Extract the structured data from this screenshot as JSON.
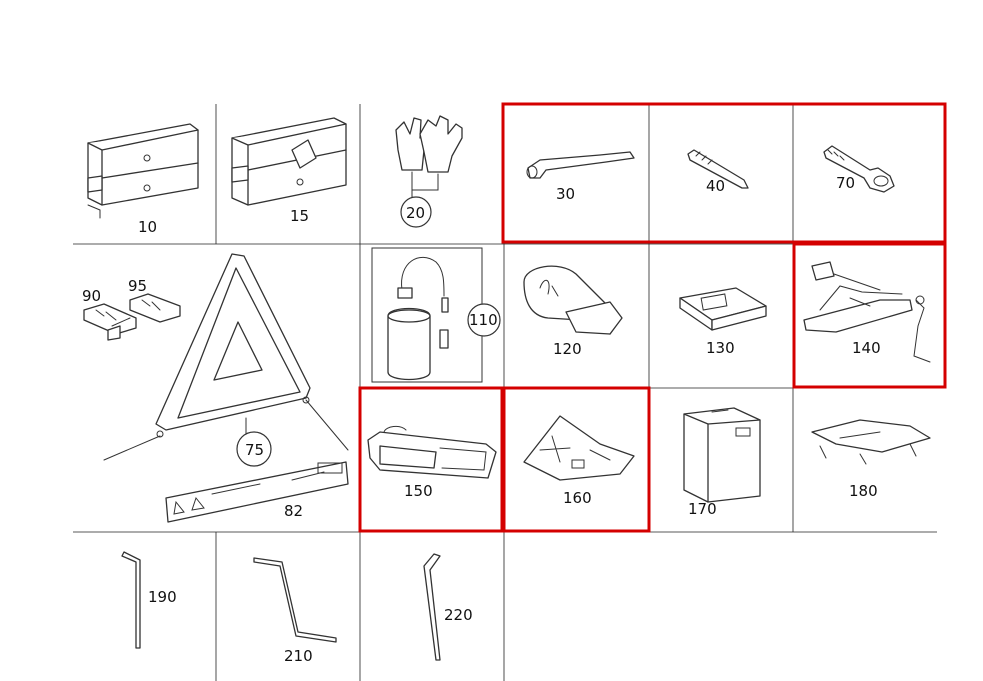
{
  "diagram": {
    "highlight_color": "#d40000",
    "line_color": "#222222",
    "parts": [
      {
        "key": "p10",
        "number": "10",
        "description_icon": "first-aid-kit-icon"
      },
      {
        "key": "p15",
        "number": "15",
        "description_icon": "first-aid-kit-with-star-icon"
      },
      {
        "key": "p20",
        "number": "20",
        "description_icon": "gloves-icon"
      },
      {
        "key": "p30",
        "number": "30",
        "description_icon": "wheel-wrench-icon",
        "highlighted": true
      },
      {
        "key": "p40",
        "number": "40",
        "description_icon": "alignment-bolt-icon",
        "highlighted": true
      },
      {
        "key": "p70",
        "number": "70",
        "description_icon": "towing-eye-icon",
        "highlighted": true
      },
      {
        "key": "p90",
        "number": "90",
        "description_icon": "bracket-clip-icon"
      },
      {
        "key": "p95",
        "number": "95",
        "description_icon": "bracket-clip-icon"
      },
      {
        "key": "p75",
        "number": "75",
        "description_icon": "warning-triangle-icon"
      },
      {
        "key": "p82",
        "number": "82",
        "description_icon": "triangle-case-icon"
      },
      {
        "key": "p110",
        "number": "110",
        "description_icon": "tire-inflation-compressor-icon"
      },
      {
        "key": "p120",
        "number": "120",
        "description_icon": "fire-extinguisher-icon"
      },
      {
        "key": "p130",
        "number": "130",
        "description_icon": "tool-pouch-icon"
      },
      {
        "key": "p140",
        "number": "140",
        "description_icon": "car-jack-icon",
        "highlighted": true
      },
      {
        "key": "p150",
        "number": "150",
        "description_icon": "tool-tray-icon",
        "highlighted": true
      },
      {
        "key": "p160",
        "number": "160",
        "description_icon": "wheel-chock-icon",
        "highlighted": true
      },
      {
        "key": "p170",
        "number": "170",
        "description_icon": "storage-box-icon"
      },
      {
        "key": "p180",
        "number": "180",
        "description_icon": "jack-bracket-icon"
      },
      {
        "key": "p190",
        "number": "190",
        "description_icon": "hex-key-icon"
      },
      {
        "key": "p210",
        "number": "210",
        "description_icon": "crank-handle-icon"
      },
      {
        "key": "p220",
        "number": "220",
        "description_icon": "screwdriver-rod-icon"
      }
    ]
  }
}
